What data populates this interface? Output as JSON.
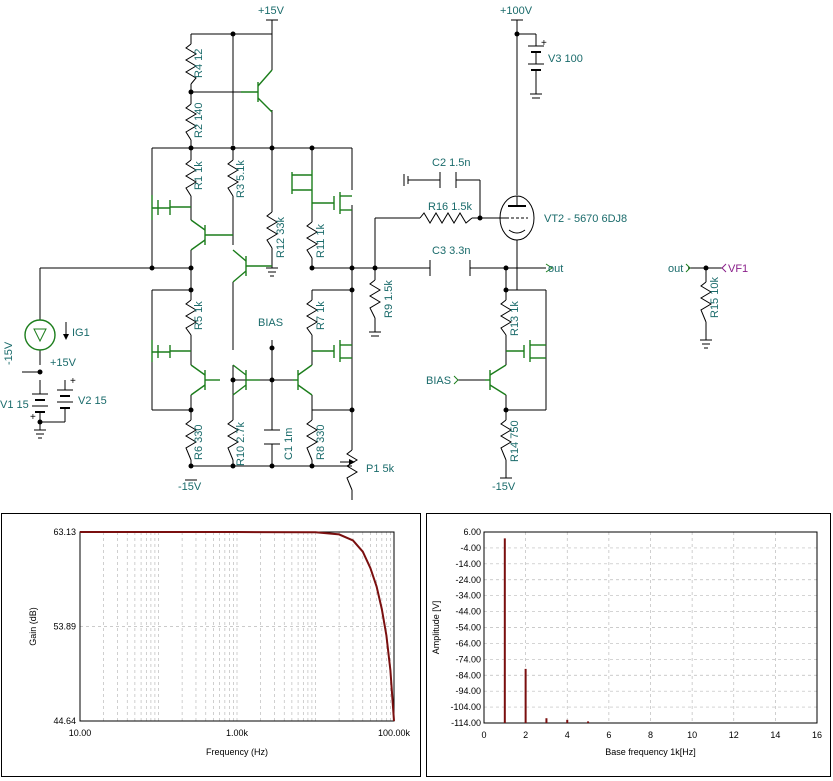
{
  "schematic": {
    "labels": {
      "vcc15_top": "+15V",
      "vcc100": "+100V",
      "r4": "R4 12",
      "r2": "R2 140",
      "r1": "R1 1k",
      "r3": "R3 5.1k",
      "r12": "R12 33k",
      "r11": "R11 1k",
      "r5": "R5 1k",
      "r7": "R7 1k",
      "r6": "R6 330",
      "r10": "R10 2.7k",
      "c1": "C1 1m",
      "r8": "R8 330",
      "p1": "P1 5k",
      "bias_mid": "BIAS",
      "bias_right": "BIAS",
      "ig1": "IG1",
      "v1": "V1 15",
      "v2": "V2 15",
      "neg15_left": "-15V",
      "pos15_left": "+15V",
      "neg15_bottom": "-15V",
      "neg15_right": "-15V",
      "v3": "V3 100",
      "c2": "C2 1.5n",
      "r16": "R16 1.5k",
      "vt2": "VT2 - 5670 6DJ8",
      "c3": "C3 3.3n",
      "r9": "R9 1.5k",
      "r13": "R13 1k",
      "r14": "R14 750",
      "out1": "out",
      "out2": "out",
      "vf1": "VF1",
      "r15": "R15 10k",
      "plus_v3": "+",
      "plus_v2": "+",
      "plus_v1": "+"
    }
  },
  "chart_data": [
    {
      "type": "line",
      "xlabel": "Frequency (Hz)",
      "ylabel": "Gain (dB)",
      "xscale": "log",
      "xlim": [
        10,
        100000
      ],
      "ylim": [
        44.64,
        63.13
      ],
      "xticks": [
        "10.00",
        "1.00k",
        "100.00k"
      ],
      "yticks": [
        "63.13",
        "53.89",
        "44.64"
      ],
      "grid": true,
      "x": [
        10,
        100,
        1000,
        10000,
        20000,
        30000,
        40000,
        50000,
        60000,
        70000,
        80000,
        90000,
        100000
      ],
      "series": [
        {
          "values": [
            63.13,
            63.13,
            63.13,
            63.1,
            62.9,
            62.3,
            61.2,
            59.6,
            57.8,
            55.6,
            53.0,
            49.6,
            44.64
          ],
          "color": "#7a0f0f"
        }
      ]
    },
    {
      "type": "bar",
      "xlabel": "Base frequency 1k[Hz]",
      "ylabel": "Amplitude [V]",
      "xlim": [
        0,
        16
      ],
      "ylim": [
        -114,
        6
      ],
      "xticks": [
        "0",
        "2",
        "4",
        "6",
        "8",
        "10",
        "12",
        "14",
        "16"
      ],
      "yticks": [
        "6.00",
        "-4.00",
        "-14.00",
        "-24.00",
        "-34.00",
        "-44.00",
        "-54.00",
        "-64.00",
        "-74.00",
        "-84.00",
        "-94.00",
        "-104.00",
        "-114.00"
      ],
      "grid": true,
      "x": [
        1,
        2,
        3,
        4,
        5
      ],
      "values": [
        2.0,
        -80.0,
        -111.0,
        -112.0,
        -113.0
      ],
      "color": "#7a0f0f"
    }
  ]
}
